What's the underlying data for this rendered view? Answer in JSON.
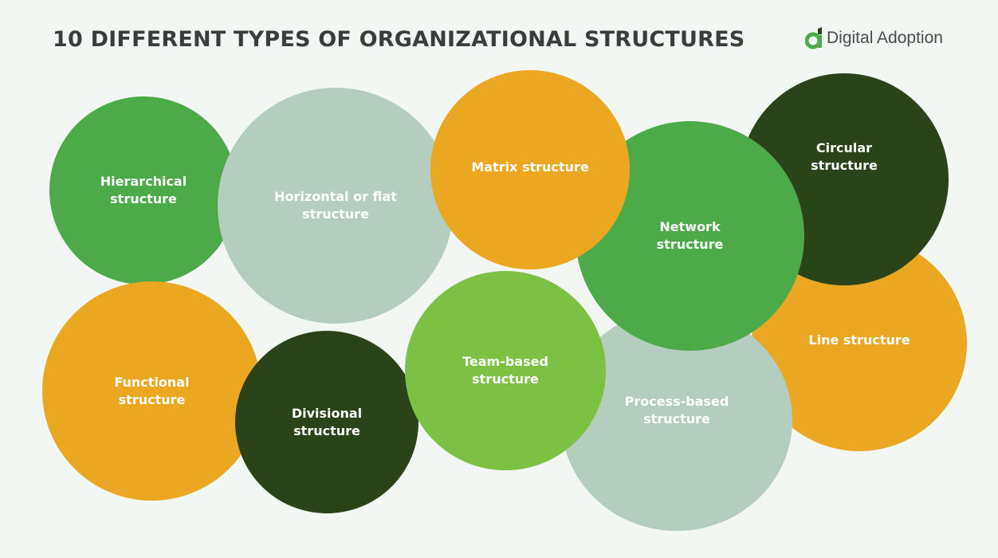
{
  "title": "10 DIFFERENT TYPES OF ORGANIZATIONAL STRUCTURES",
  "logo": {
    "text": "Digital Adoption",
    "icon": "digital-adoption-logo-icon"
  },
  "colors": {
    "green": "#4caa48",
    "pale": "#b4cdbe",
    "orange": "#eba722",
    "dark": "#2b4319",
    "light_green": "#7cc143",
    "background": "#f3f7f4"
  },
  "structures": {
    "hierarchical": "Hierarchical\nstructure",
    "horizontal": "Horizontal or flat\nstructure",
    "matrix": "Matrix structure",
    "network": "Network\nstructure",
    "circular": "Circular\nstructure",
    "line": "Line structure",
    "functional": "Functional\nstructure",
    "divisional": "Divisional\nstructure",
    "team": "Team-based\nstructure",
    "process": "Process-based\nstructure"
  }
}
